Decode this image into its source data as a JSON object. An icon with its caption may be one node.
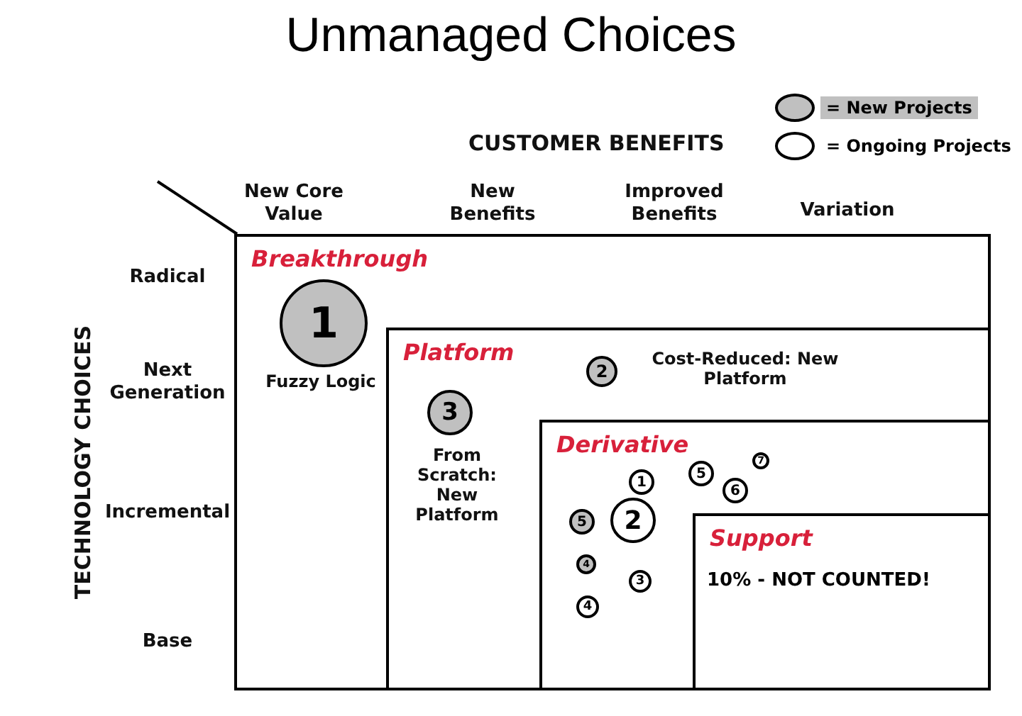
{
  "diagram": {
    "title": "Unmanaged Choices",
    "nodes": [
      {
        "text": [
          "Breakthrough"
        ]
      },
      {
        "text": [
          "1"
        ],
        "in": 0,
        "beside": [
          "Fuzzy Logic"
        ]
      },
      {
        "text": [
          "Platform"
        ],
        "in": 0
      },
      {
        "text": [
          "2"
        ],
        "in": 2,
        "beside": [
          "Cost-Reduced: New Platform"
        ]
      },
      {
        "text": [
          "3"
        ],
        "in": 2,
        "beside": [
          "From Scratch: New Platform"
        ]
      },
      {
        "text": [
          "Derivative"
        ],
        "in": 2
      },
      {
        "text": [
          "7"
        ],
        "in": 5
      },
      {
        "text": [
          "5"
        ],
        "in": 5
      },
      {
        "text": [
          "1"
        ],
        "in": 5
      },
      {
        "text": [
          "6"
        ],
        "in": 5
      },
      {
        "text": [
          "5"
        ],
        "in": 5
      },
      {
        "text": [
          "2"
        ],
        "in": 5
      },
      {
        "text": [
          "4"
        ],
        "in": 5
      },
      {
        "text": [
          "3"
        ],
        "in": 5
      },
      {
        "text": [
          "4"
        ],
        "in": 5
      },
      {
        "text": [
          "Support",
          "10% - NOT COUNTED!"
        ],
        "in": 5
      }
    ],
    "labels": [
      "CUSTOMER BENEFITS",
      "New Core Value",
      "New Benefits",
      "Improved Benefits",
      "Variation",
      "TECHNOLOGY CHOICES",
      "Radical",
      "Next Generation",
      "Incremental",
      "Base"
    ],
    "legend": [
      {
        "text": "= New Projects",
        "color": "#c0c0c0"
      },
      {
        "text": "= Ongoing Projects",
        "color": "#ffffff"
      }
    ]
  }
}
